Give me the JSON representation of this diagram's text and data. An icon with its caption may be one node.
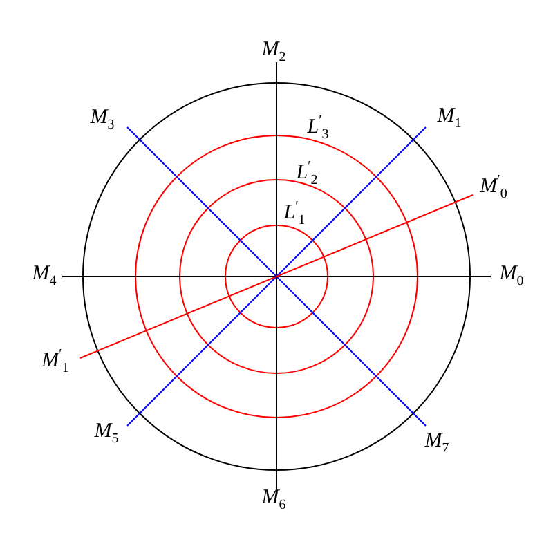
{
  "diagram": {
    "labels": [
      "M$_{2}$",
      "M$_{3}$",
      "M$_{1}$",
      "L$^{′}$$_{3}$",
      "M$^{′}$$_{0}$",
      "L$^{′}$$_{2}$",
      "L$^{′}$$_{1}$",
      "M$_{4}$",
      "M$_{0}$",
      "M$^{′}$$_{1}$",
      "M$_{5}$",
      "M$_{7}$",
      "M$_{6}$"
    ]
  }
}
